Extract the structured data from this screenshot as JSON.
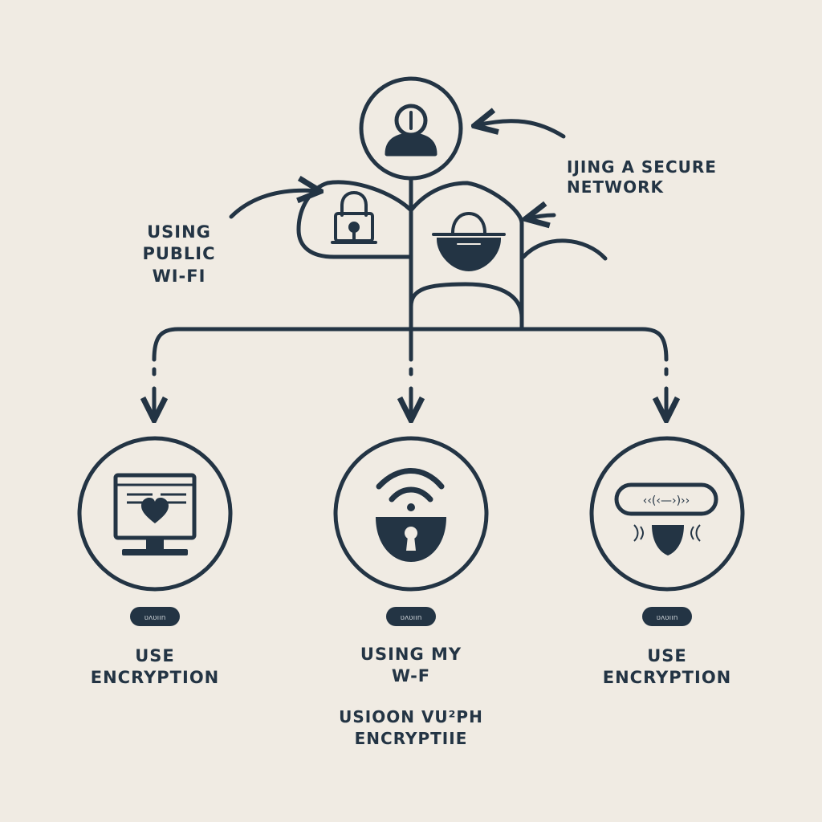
{
  "colors": {
    "background": "#f0ebe3",
    "ink": "#233444"
  },
  "labels": {
    "secure_network": [
      "IJING A SECURE",
      "NETWORK"
    ],
    "public_wifi": [
      "USING",
      "PUBLIC",
      "WI-FI"
    ],
    "left_bottom": [
      "USE",
      "ENCRYPTION"
    ],
    "middle_bottom": [
      "USING MY",
      "W-F"
    ],
    "middle_sub": [
      "USIOON VU²PH",
      "ENCRYPTIIE"
    ],
    "right_bottom": [
      "USE",
      "ENCRYPTION"
    ]
  },
  "pill_texts": {
    "left": "ʋʌʋıın",
    "middle": "ʋʌʋıın",
    "right": "ʋʌʋıın"
  },
  "icons": {
    "top": "user-lock-icon",
    "left_shield": "padlock-icon",
    "right_shield": "padlock-bowl-icon",
    "left_circle": "monitor-heart-icon",
    "middle_circle": "wifi-lock-icon",
    "right_circle": "vpn-tunnel-icon"
  }
}
